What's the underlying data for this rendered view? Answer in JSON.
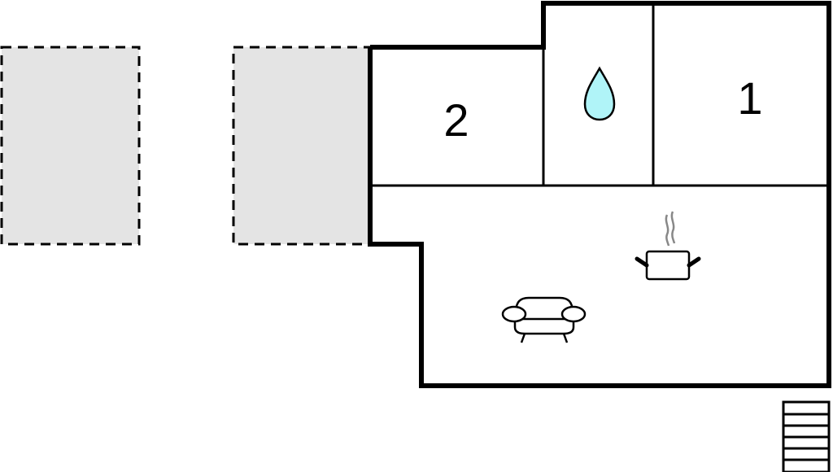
{
  "floorplan": {
    "rooms": [
      {
        "id": "bedroom-2",
        "label": "2"
      },
      {
        "id": "bathroom",
        "icon": "water-drop-icon"
      },
      {
        "id": "bedroom-1",
        "label": "1"
      },
      {
        "id": "living-kitchen",
        "icons": [
          "sofa-icon",
          "cooking-pot-icon"
        ]
      }
    ],
    "terraces": [
      {
        "id": "terrace-left",
        "style": "dashed"
      },
      {
        "id": "terrace-middle",
        "style": "dashed"
      }
    ],
    "stairs": {
      "id": "stairs",
      "steps": 6
    },
    "colors": {
      "wall": "#000000",
      "terrace_fill": "#e4e4e4",
      "water": "#b0f4f8",
      "steam": "#888888"
    }
  }
}
